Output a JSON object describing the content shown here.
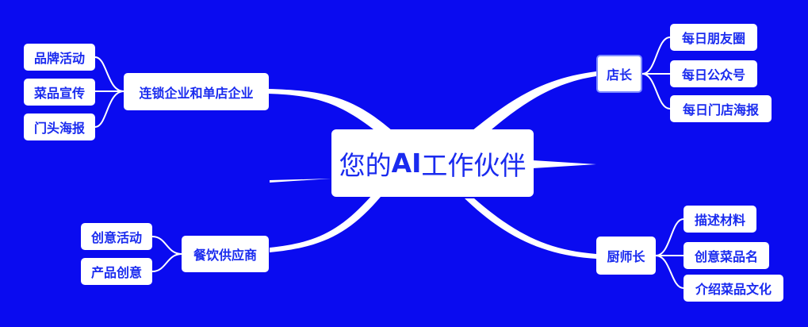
{
  "center": {
    "prefix": "您的",
    "highlight": "AI",
    "suffix": "工作伙伴"
  },
  "branches": {
    "chain": {
      "label": "连锁企业和单店企业",
      "children": [
        "品牌活动",
        "菜品宣传",
        "门头海报"
      ]
    },
    "catering": {
      "label": "餐饮供应商",
      "children": [
        "创意活动",
        "产品创意"
      ]
    },
    "manager": {
      "label": "店长",
      "children": [
        "每日朋友圈",
        "每日公众号",
        "每日门店海报"
      ]
    },
    "chef": {
      "label": "厨师长",
      "children": [
        "描述材料",
        "创意菜品名",
        "介绍菜品文化"
      ]
    }
  },
  "colors": {
    "background": "#0A0BF0",
    "node": "#FFFFFF",
    "text": "#1A2BEF",
    "link": "#FFFFFF"
  }
}
